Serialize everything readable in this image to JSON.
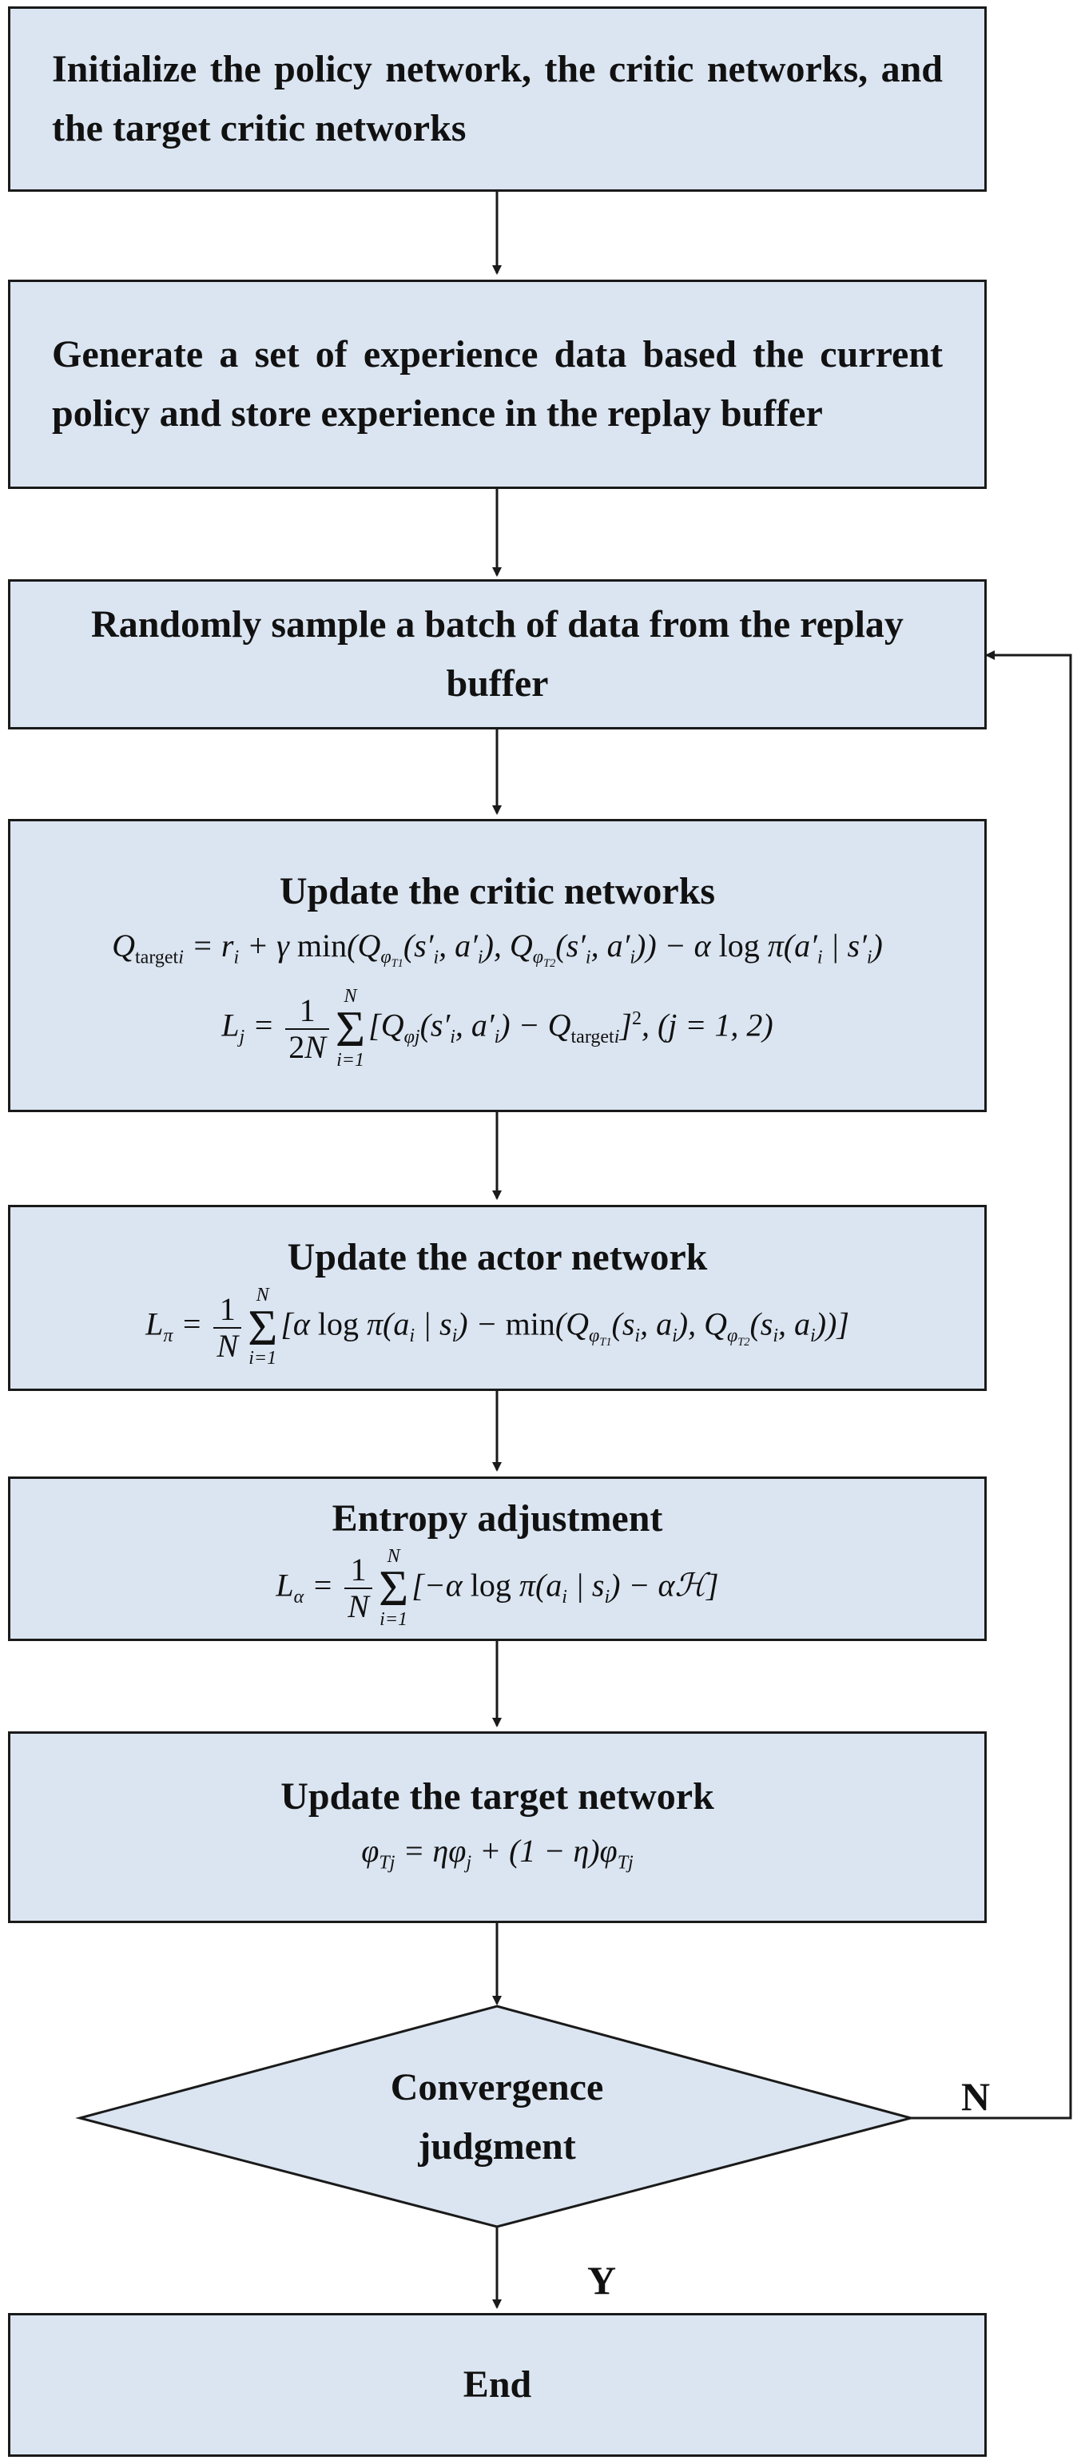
{
  "nodes": {
    "init": "Initialize the policy network, the critic networks, and the target critic networks",
    "generate": "Generate a set of experience data based the current policy and store experience in the replay buffer",
    "sample": "Randomly sample a batch of data from the replay buffer",
    "critic": {
      "title": "Update the critic networks",
      "eq1": "Q_target,i = r_i + γ min(Q_φT1(s′_i, a′_i), Q_φT2(s′_i, a′_i)) − α log π(a′_i | s′_i)",
      "eq2": "L_j = 1/(2N) Σ_{i=1}^{N} [Q_φj(s′_i, a′_i) − Q_target,i]^2, (j = 1, 2)"
    },
    "actor": {
      "title": "Update the actor network",
      "eq": "L_π = 1/N Σ_{i=1}^{N} [α log π(a_i | s_i) − min(Q_φT1(s_i, a_i), Q_φT2(s_i, a_i))]"
    },
    "entropy": {
      "title": "Entropy adjustment",
      "eq": "L_α = 1/N Σ_{i=1}^{N} [−α log π(a_i | s_i) − αℋ]"
    },
    "target": {
      "title": "Update the target network",
      "eq": "φ_Tj = ηφ_j + (1 − η)φ_Tj"
    },
    "decision": "Convergence judgment",
    "end": "End"
  },
  "edge_labels": {
    "no": "N",
    "yes": "Y"
  },
  "colors": {
    "box_fill": "#dbe5f1",
    "stroke": "#1a1a1a"
  }
}
